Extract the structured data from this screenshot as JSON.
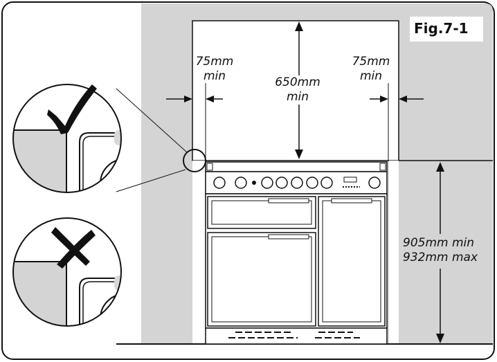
{
  "figure": {
    "label": "Fig.7-1"
  },
  "dimensions": {
    "side_left": "75mm\nmin",
    "side_right": "75mm\nmin",
    "top_clearance": "650mm\nmin",
    "height": "905mm min\n932mm max"
  },
  "callouts": [
    {
      "name": "correct-fit",
      "icon": "checkmark-icon"
    },
    {
      "name": "incorrect-fit",
      "icon": "cross-icon"
    }
  ],
  "colors": {
    "wall": "#d4d4d4",
    "line": "#111111",
    "background": "#ffffff"
  }
}
